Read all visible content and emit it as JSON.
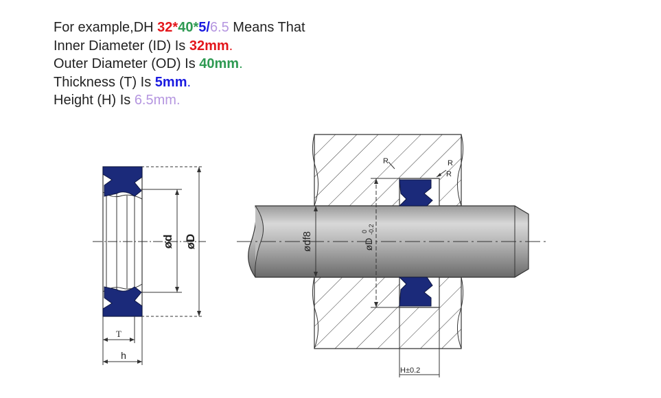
{
  "intro": {
    "prefix": "For example,DH ",
    "id_val": "32",
    "sep1": "*",
    "od_val": "40",
    "sep2": "*",
    "t_val": "5",
    "sep3": "/",
    "h_val": "6.5",
    "suffix": " Means That"
  },
  "lines": [
    {
      "label": "Inner Diameter (ID) Is ",
      "value": "32mm",
      "tail": "."
    },
    {
      "label": "Outer Diameter (OD) Is ",
      "value": "40mm",
      "tail": "."
    },
    {
      "label": "Thickness (T) Is ",
      "value": "5mm",
      "tail": "."
    },
    {
      "label": "Height (H) Is ",
      "value": "6.5mm",
      "tail": "."
    }
  ],
  "colors": {
    "id": "#e3161b",
    "od": "#2e9a52",
    "thickness": "#1a1ae0",
    "height": "#b596e0",
    "seal": "#1b2a7a"
  },
  "diagram": {
    "left_labels": {
      "T": "T",
      "h": "h",
      "d": "ød",
      "D": "øD"
    },
    "right_labels": {
      "shaft": "ødf8",
      "bore": "øD",
      "bore_tol_upper": "0",
      "bore_tol_lower": "-0.2",
      "height": "H±0.2",
      "R1": "R",
      "R2": "R",
      "R3": "R"
    }
  }
}
